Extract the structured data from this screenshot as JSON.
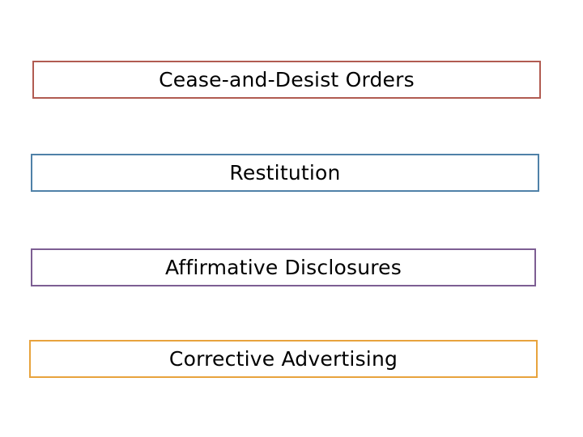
{
  "slide": {
    "background_color": "#FFFFFF",
    "items": [
      {
        "label": "Cease-and-Desist Orders",
        "border_color": "#B15B51",
        "text_color": "#000000"
      },
      {
        "label": "Restitution",
        "border_color": "#4F81A8",
        "text_color": "#000000"
      },
      {
        "label": "Affirmative Disclosures",
        "border_color": "#7D5E93",
        "text_color": "#000000"
      },
      {
        "label": "Corrective Advertising",
        "border_color": "#E8A33D",
        "text_color": "#000000"
      }
    ]
  }
}
